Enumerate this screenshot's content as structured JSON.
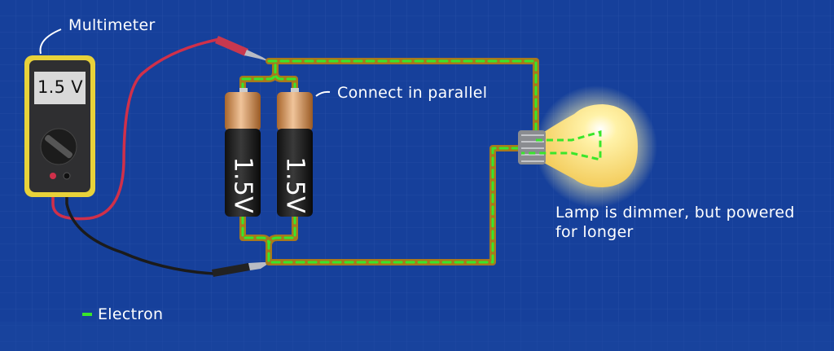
{
  "labels": {
    "multimeter": "Multimeter",
    "display_value": "1.5 V",
    "connect": "Connect in parallel",
    "lamp_line1": "Lamp is dimmer, but powered",
    "lamp_line2": "for longer",
    "legend_electron": "Electron"
  },
  "batteries": [
    {
      "label": "1.5V"
    },
    {
      "label": "1.5V"
    }
  ],
  "colors": {
    "background": "#16409b",
    "wire": "#a8791c",
    "electron": "#39e62a",
    "red_lead": "#d0304a",
    "black_lead": "#1a1a1a",
    "meter_frame": "#e8d23a"
  }
}
